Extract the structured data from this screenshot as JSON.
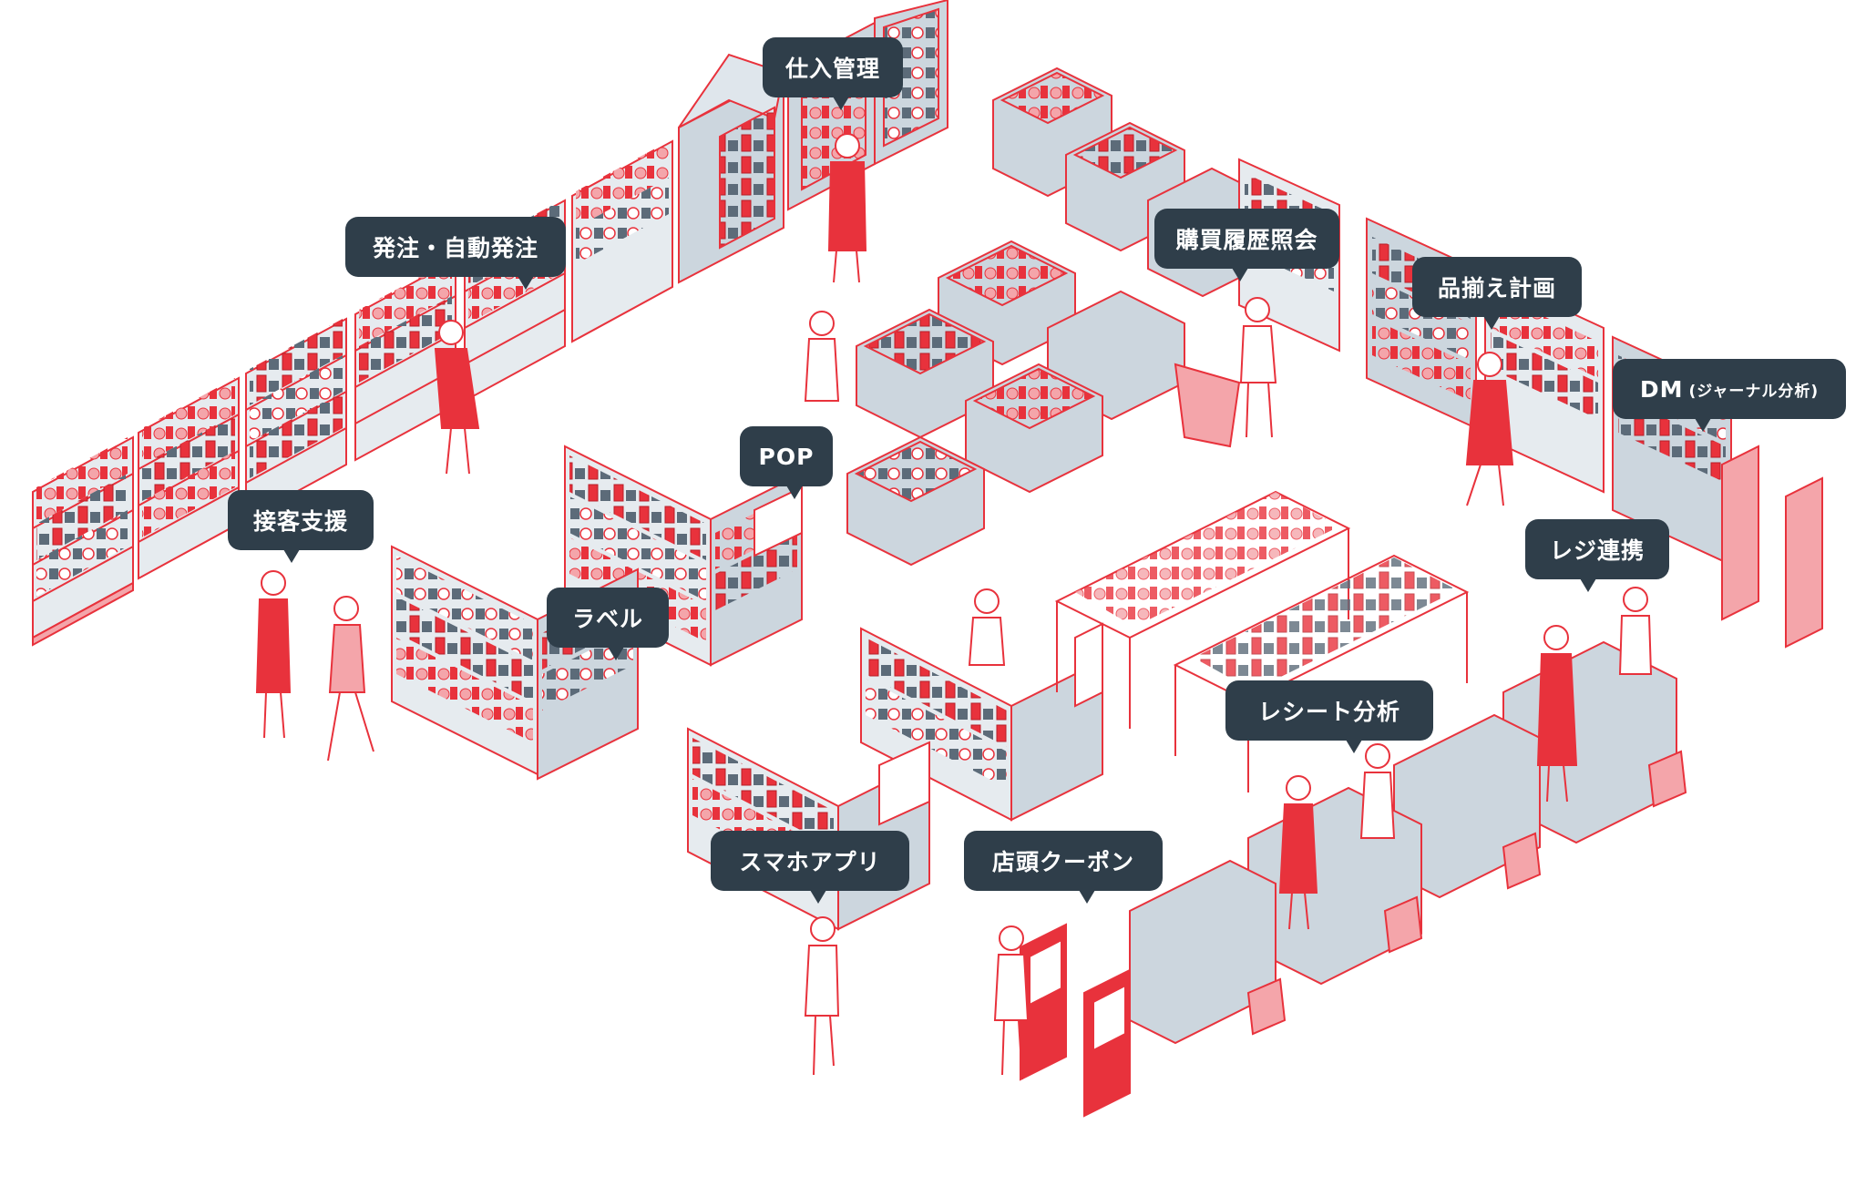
{
  "colors": {
    "red": "#e8323c",
    "pink": "#f4a5aa",
    "grey": "#ccd6de",
    "dark": "#2f3e4a",
    "line": "#e8323c"
  },
  "labels": {
    "shiire": "仕入管理",
    "hacchu": "発注・自動発注",
    "kobai": "購買履歴照会",
    "shinazoroe": "品揃え計画",
    "dm_main": "DM",
    "dm_sub": "(ジャーナル分析)",
    "pop": "POP",
    "sekkyaku": "接客支援",
    "regi": "レジ連携",
    "label": "ラベル",
    "receipt": "レシート分析",
    "app": "スマホアプリ",
    "coupon": "店頭クーポン"
  }
}
